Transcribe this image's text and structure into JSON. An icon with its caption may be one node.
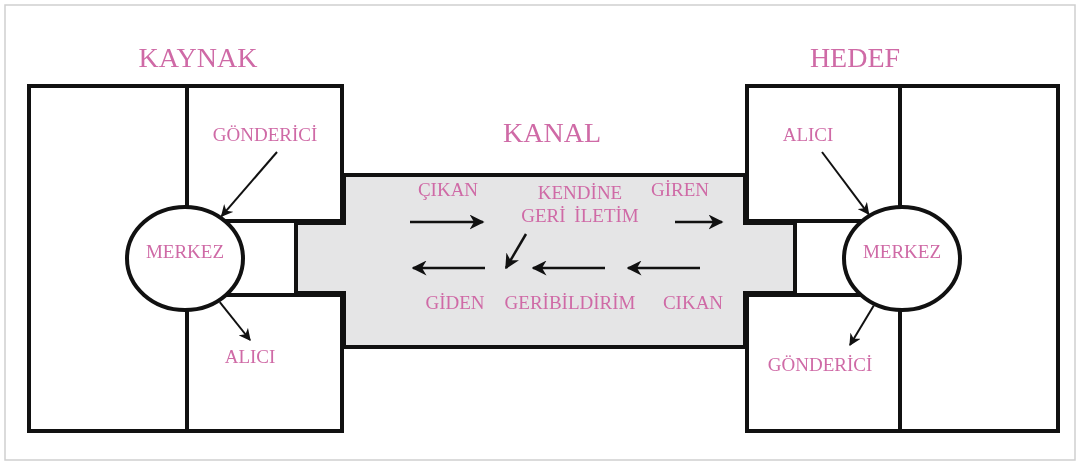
{
  "diagram": {
    "nodes": [
      {
        "text": [
          "KAYNAK"
        ]
      },
      {
        "text": [
          "GÖNDERİCİ"
        ],
        "in": 0
      },
      {
        "text": [
          "MERKEZ"
        ],
        "in": 0
      },
      {
        "text": [
          "ALICI"
        ],
        "in": 0
      },
      {
        "text": [
          "KANAL",
          "ÇIKAN",
          "KENDİNE GERİ İLETİM",
          "GİREN",
          "GİDEN",
          "GERİBİLDİRİM",
          "CIKAN"
        ]
      },
      {
        "text": [
          "HEDEF"
        ]
      },
      {
        "text": [
          "ALICI"
        ],
        "in": 5
      },
      {
        "text": [
          "MERKEZ"
        ],
        "in": 5
      },
      {
        "text": [
          "GÖNDERİCİ"
        ],
        "in": 5
      }
    ],
    "edges": [
      {
        "from": 1,
        "to": 2,
        "arrow": "to"
      },
      {
        "from": 2,
        "to": 3,
        "arrow": "to"
      },
      {
        "from": 6,
        "to": 7,
        "arrow": "to"
      },
      {
        "from": 7,
        "to": 8,
        "arrow": "to"
      }
    ]
  }
}
